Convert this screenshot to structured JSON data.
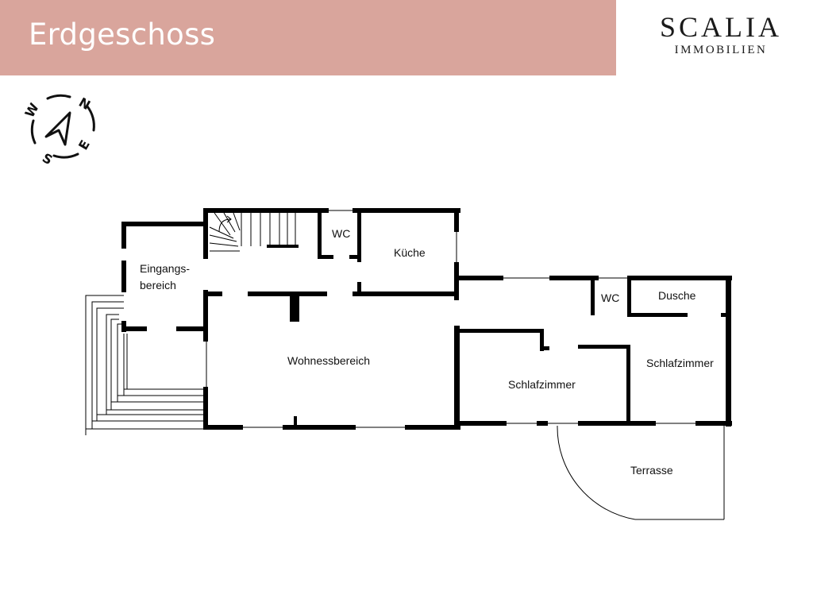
{
  "header": {
    "title": "Erdgeschoss",
    "color": "#d9a59c"
  },
  "logo": {
    "main": "SCALIA",
    "sub": "IMMOBILIEN"
  },
  "compass": {
    "n": "N",
    "e": "E",
    "s": "S",
    "w": "W"
  },
  "rooms": {
    "wc1": "WC",
    "kueche": "Küche",
    "eingang_line1": "Eingangs-",
    "eingang_line2": "bereich",
    "wohn": "Wohnessbereich",
    "wc2": "WC",
    "dusche": "Dusche",
    "schlaf1": "Schlafzimmer",
    "schlaf2": "Schlafzimmer",
    "terrasse": "Terrasse"
  }
}
